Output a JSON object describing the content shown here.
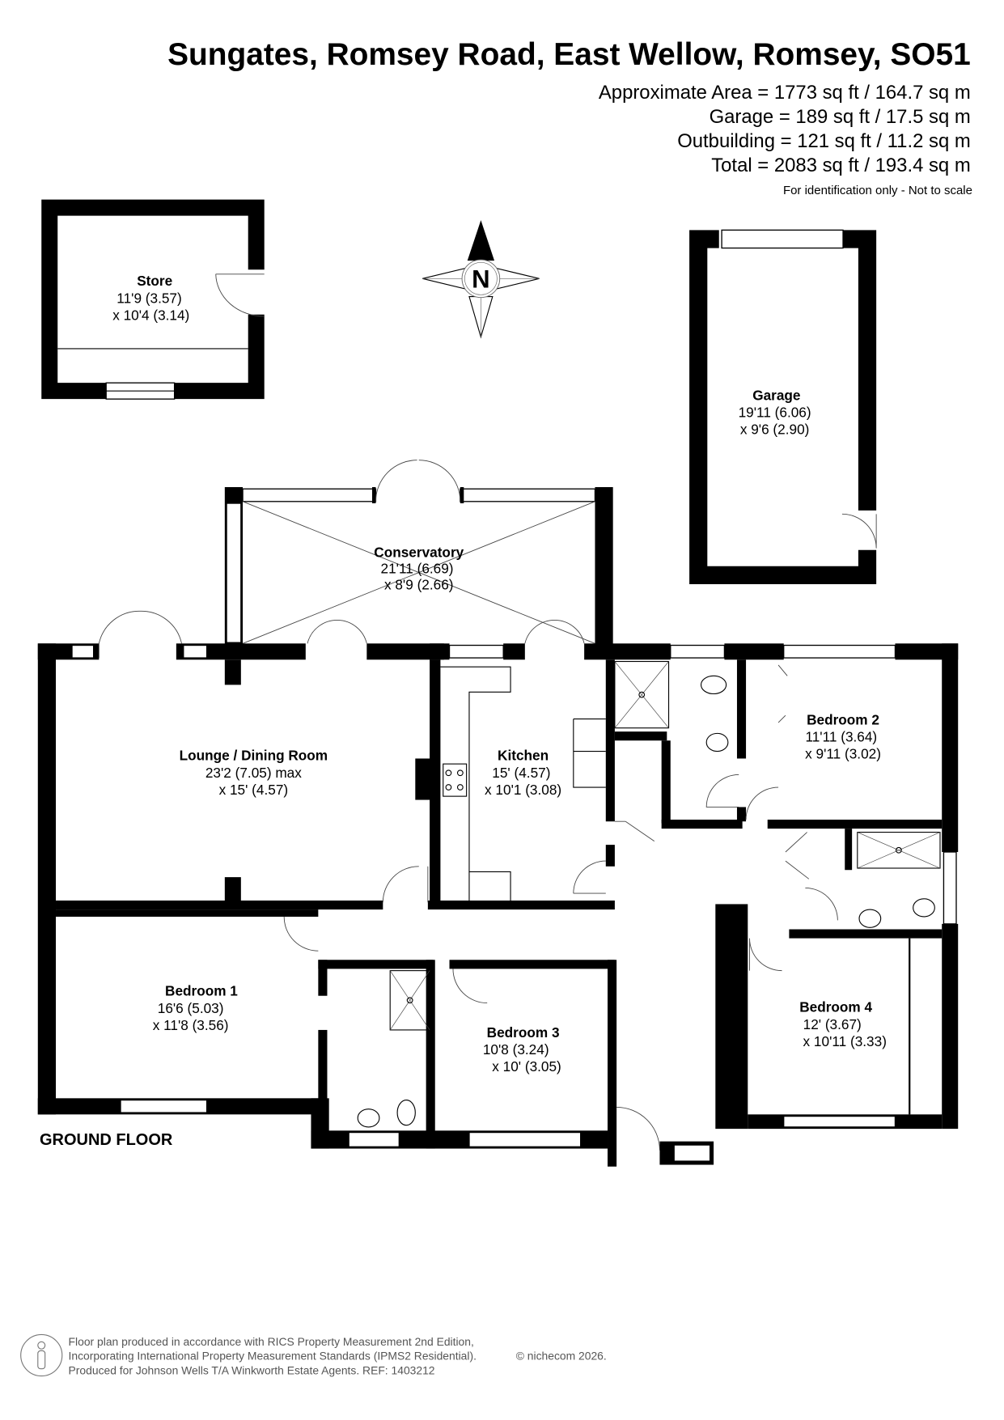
{
  "header": {
    "title": "Sungates, Romsey Road, East Wellow, Romsey, SO51",
    "areas": [
      "Approximate Area = 1773 sq ft / 164.7 sq m",
      "Garage = 189 sq ft / 17.5 sq m",
      "Outbuilding = 121 sq ft / 11.2 sq m",
      "Total = 2083 sq ft / 193.4 sq m"
    ],
    "note": "For identification only - Not to scale"
  },
  "compass": {
    "label": "N"
  },
  "rooms": {
    "store": {
      "name": "Store",
      "dim1": "11'9 (3.57)",
      "dim2": "x 10'4 (3.14)"
    },
    "garage": {
      "name": "Garage",
      "dim1": "19'11 (6.06)",
      "dim2": "x 9'6 (2.90)"
    },
    "conservatory": {
      "name": "Conservatory",
      "dim1": "21'11 (6.69)",
      "dim2": "x 8'9 (2.66)"
    },
    "lounge": {
      "name": "Lounge / Dining Room",
      "dim1": "23'2 (7.05) max",
      "dim2": "x 15' (4.57)"
    },
    "kitchen": {
      "name": "Kitchen",
      "dim1": "15' (4.57)",
      "dim2": "x 10'1 (3.08)"
    },
    "bedroom2": {
      "name": "Bedroom 2",
      "dim1": "11'11 (3.64)",
      "dim2": "x 9'11 (3.02)"
    },
    "bedroom1": {
      "name": "Bedroom 1",
      "dim1": "16'6 (5.03)",
      "dim2": "x 11'8 (3.56)"
    },
    "bedroom3": {
      "name": "Bedroom 3",
      "dim1": "10'8 (3.24)",
      "dim2": "x 10' (3.05)"
    },
    "bedroom4": {
      "name": "Bedroom 4",
      "dim1": "12' (3.67)",
      "dim2": "x 10'11 (3.33)"
    }
  },
  "floor_label": "GROUND FLOOR",
  "footer": {
    "lines": [
      "Floor plan produced in accordance with RICS Property Measurement 2nd Edition,",
      "Incorporating International Property Measurement Standards (IPMS2 Residential).",
      "Produced for Johnson Wells T/A Winkworth Estate Agents.    REF: 1403212"
    ],
    "copyright": "© nichecom 2026."
  }
}
